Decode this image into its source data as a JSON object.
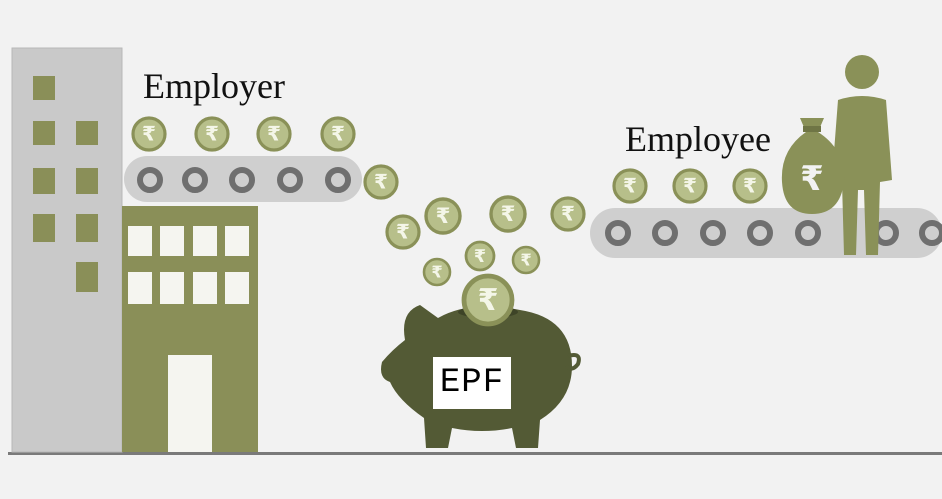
{
  "labels": {
    "employer": "Employer",
    "employee": "Employee",
    "epf": "EPF"
  },
  "icons": {
    "coin_symbol": "₹",
    "building": "building-icon",
    "piggy_bank": "piggy-bank-icon",
    "person": "person-icon",
    "money_bag": "money-bag-icon"
  },
  "colors": {
    "background": "#f2f2f2",
    "building_gray": "#c9c9c9",
    "building_olive": "#8a8f58",
    "coin_fill": "#b7bf8a",
    "coin_ring": "#8a9158",
    "conveyor": "#cfcfcf",
    "roller": "#6f6f6f",
    "piggy": "#535a35",
    "person": "#8a9158",
    "ground": "#7a7a7a"
  }
}
